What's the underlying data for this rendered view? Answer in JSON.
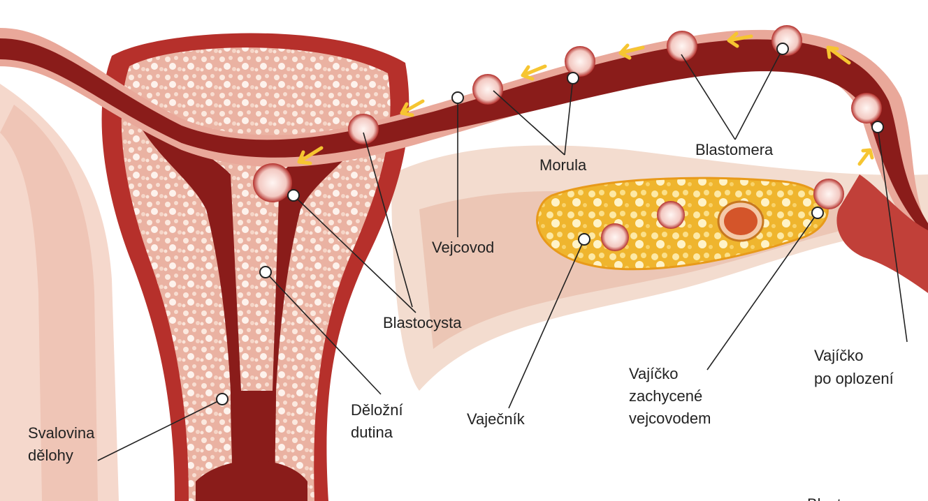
{
  "labels": {
    "blastomera": "Blastomera",
    "morula": "Morula",
    "vejcovod": "Vejcovod",
    "blastocysta": "Blastocysta",
    "delozni_dutina_1": "Děložní",
    "delozni_dutina_2": "dutina",
    "svalovina_1": "Svalovina",
    "svalovina_2": "dělohy",
    "vajecnik": "Vaječník",
    "zachycene_1": "Vajíčko",
    "zachycene_2": "zachycené",
    "zachycene_3": "vejcovodem",
    "oplozeni_1": "Vajíčko",
    "oplozeni_2": "po oplození",
    "corner_partial": "Blastomera"
  },
  "colors": {
    "tissue_dark": "#8a1c1a",
    "tissue_mid": "#b6302b",
    "tissue_light": "#e9a89a",
    "tissue_pale": "#f5d8cc",
    "ovary": "#f0b72c",
    "arrow": "#f6c531"
  }
}
